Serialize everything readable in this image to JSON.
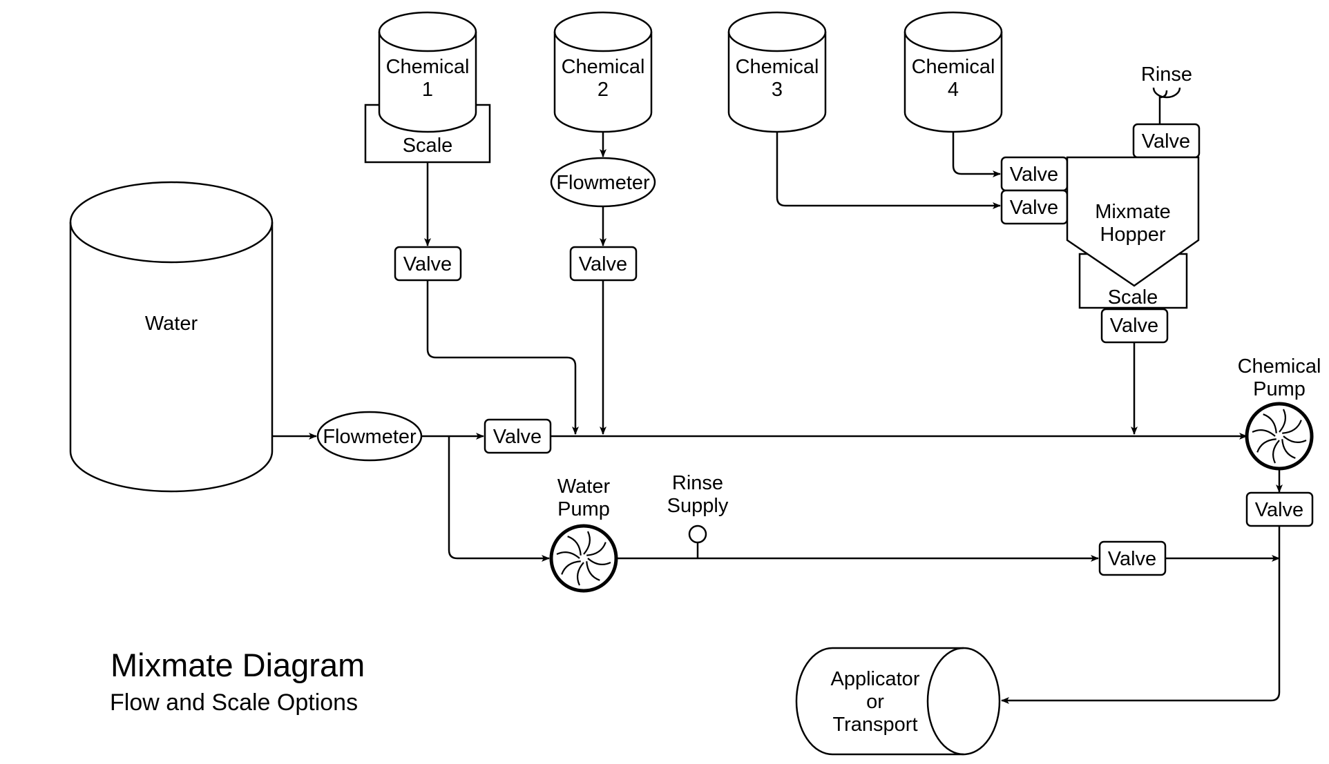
{
  "title": "Mixmate Diagram",
  "subtitle": "Flow and Scale Options",
  "water_tank": "Water",
  "chemicals": [
    {
      "line1": "Chemical",
      "line2": "1"
    },
    {
      "line1": "Chemical",
      "line2": "2"
    },
    {
      "line1": "Chemical",
      "line2": "3"
    },
    {
      "line1": "Chemical",
      "line2": "4"
    }
  ],
  "scale_label": "Scale",
  "flowmeter_label": "Flowmeter",
  "valve_label": "Valve",
  "rinse_label": "Rinse",
  "hopper": {
    "line1": "Mixmate",
    "line2": "Hopper",
    "scale": "Scale"
  },
  "chemical_pump": {
    "line1": "Chemical",
    "line2": "Pump"
  },
  "water_pump": {
    "line1": "Water",
    "line2": "Pump"
  },
  "rinse_supply": {
    "line1": "Rinse",
    "line2": "Supply"
  },
  "applicator": {
    "line1": "Applicator",
    "line2": "or",
    "line3": "Transport"
  }
}
